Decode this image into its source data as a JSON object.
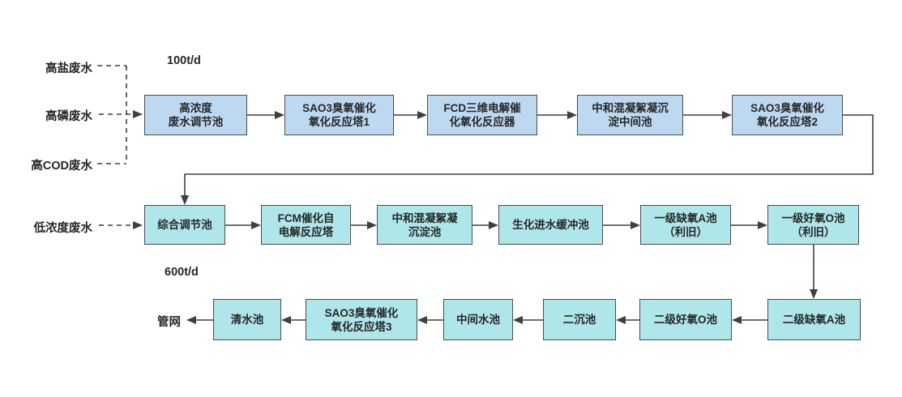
{
  "colors": {
    "box_blue": "#bdd9f2",
    "box_cyan": "#aee6ea",
    "border_color": "#4a4d52",
    "line_color": "#3f3f3f",
    "text_color": "#262626"
  },
  "annotations": {
    "inflow_high_salt": "高盐废水",
    "inflow_high_phosphorus": "高磷废水",
    "inflow_high_cod": "高COD废水",
    "inflow_low_concentration": "低浓度废水",
    "flow_rate_top": "100t/d",
    "flow_rate_middle": "600t/d",
    "outlet": "管网"
  },
  "nodes": [
    {
      "label": "高浓度\n废水调节池"
    },
    {
      "label": "SAO3臭氧催化\n氧化反应塔1"
    },
    {
      "label": "FCD三维电解催\n化氧化反应器"
    },
    {
      "label": "中和混凝絮凝沉\n淀中间池"
    },
    {
      "label": "SAO3臭氧催化\n氧化反应塔2"
    },
    {
      "label": "综合调节池"
    },
    {
      "label": "FCM催化自\n电解反应塔"
    },
    {
      "label": "中和混凝絮凝\n沉淀池"
    },
    {
      "label": "生化进水缓冲池"
    },
    {
      "label": "一级缺氧A池\n（利旧）"
    },
    {
      "label": "一级好氧O池\n（利旧）"
    },
    {
      "label": "清水池"
    },
    {
      "label": "SAO3臭氧催化\n氧化反应塔3"
    },
    {
      "label": "中间水池"
    },
    {
      "label": "二沉池"
    },
    {
      "label": "二级好氧O池"
    },
    {
      "label": "二级缺氧A池"
    }
  ]
}
